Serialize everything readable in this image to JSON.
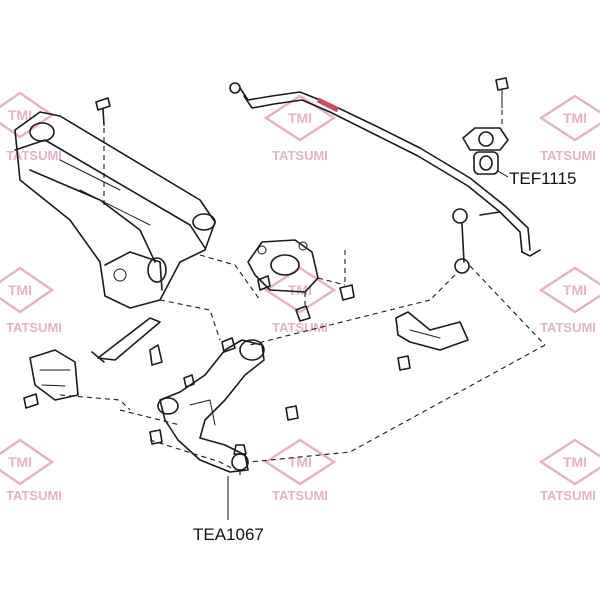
{
  "watermark": {
    "logo_text": "TMI",
    "brand_text": "TATSUMI",
    "color": "#e6b4bc"
  },
  "callouts": [
    {
      "part_number": "TEF1115"
    },
    {
      "part_number": "TEA1067"
    }
  ],
  "colors": {
    "line": "#1b1b1b",
    "highlight": "#d24a5a",
    "background": "#ffffff"
  }
}
